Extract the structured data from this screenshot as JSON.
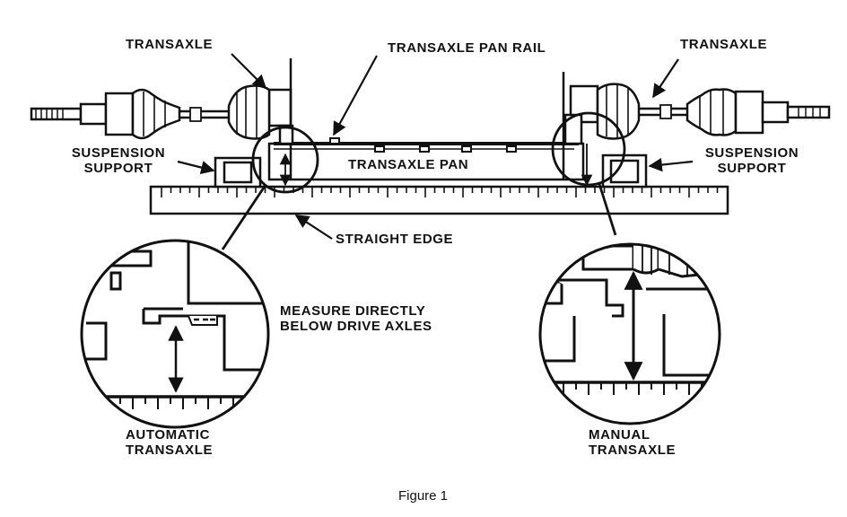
{
  "labels": {
    "transaxle_left": "TRANSAXLE",
    "transaxle_right": "TRANSAXLE",
    "pan_rail": "TRANSAXLE PAN RAIL",
    "suspension_left": [
      "SUSPENSION",
      "SUPPORT"
    ],
    "suspension_right": [
      "SUSPENSION",
      "SUPPORT"
    ],
    "transaxle_pan": "TRANSAXLE PAN",
    "straight_edge": "STRAIGHT EDGE",
    "measure": [
      "MEASURE DIRECTLY",
      "BELOW DRIVE AXLES"
    ],
    "automatic": [
      "AUTOMATIC",
      "TRANSAXLE"
    ],
    "manual": [
      "MANUAL",
      "TRANSAXLE"
    ]
  },
  "caption": "Figure 1",
  "colors": {
    "ink": "#111111",
    "paper": "#ffffff"
  }
}
